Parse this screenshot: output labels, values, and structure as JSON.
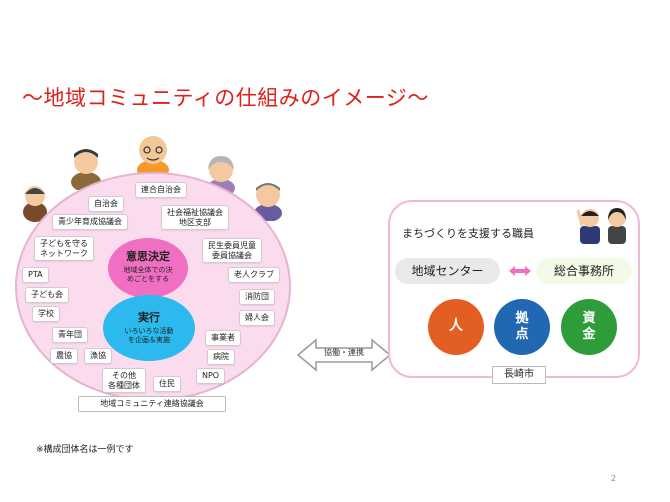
{
  "title": "～地域コミュニティの仕組みのイメージ～",
  "community": {
    "groups": [
      "自治会",
      "連合自治会",
      "青少年育成協議会",
      "社会福祉協議会\n地区支部",
      "子どもを守る\nネットワーク",
      "民生委員児童\n委員協議会",
      "PTA",
      "老人クラブ",
      "子ども会",
      "消防団",
      "学校",
      "婦人会",
      "青年団",
      "事業者",
      "農協",
      "漁協",
      "病院",
      "その他\n各種団体",
      "住民",
      "NPO"
    ],
    "decision": {
      "head": "意思決定",
      "sub": "地域全体での決\nめごとをする"
    },
    "execution": {
      "head": "実行",
      "sub": "いろいろな活動\nを企画＆実施"
    },
    "council": "地域コミュニティ連絡協議会"
  },
  "arrow_label": "協働・連携",
  "support": {
    "label": "まちづくりを支援する職員",
    "center": "地域センター",
    "office": "総合事務所",
    "resources": [
      "人",
      "拠\n点",
      "資\n金"
    ],
    "city": "長崎市"
  },
  "note": "※構成団体名は一例です",
  "page_number": "2",
  "colors": {
    "title": "#e0201a",
    "community_fill": "#fbdcef",
    "decision": "#f06fc2",
    "execution": "#2bb9ee",
    "people": "#e25e22",
    "base": "#2168b3",
    "fund": "#2f9c3a"
  }
}
